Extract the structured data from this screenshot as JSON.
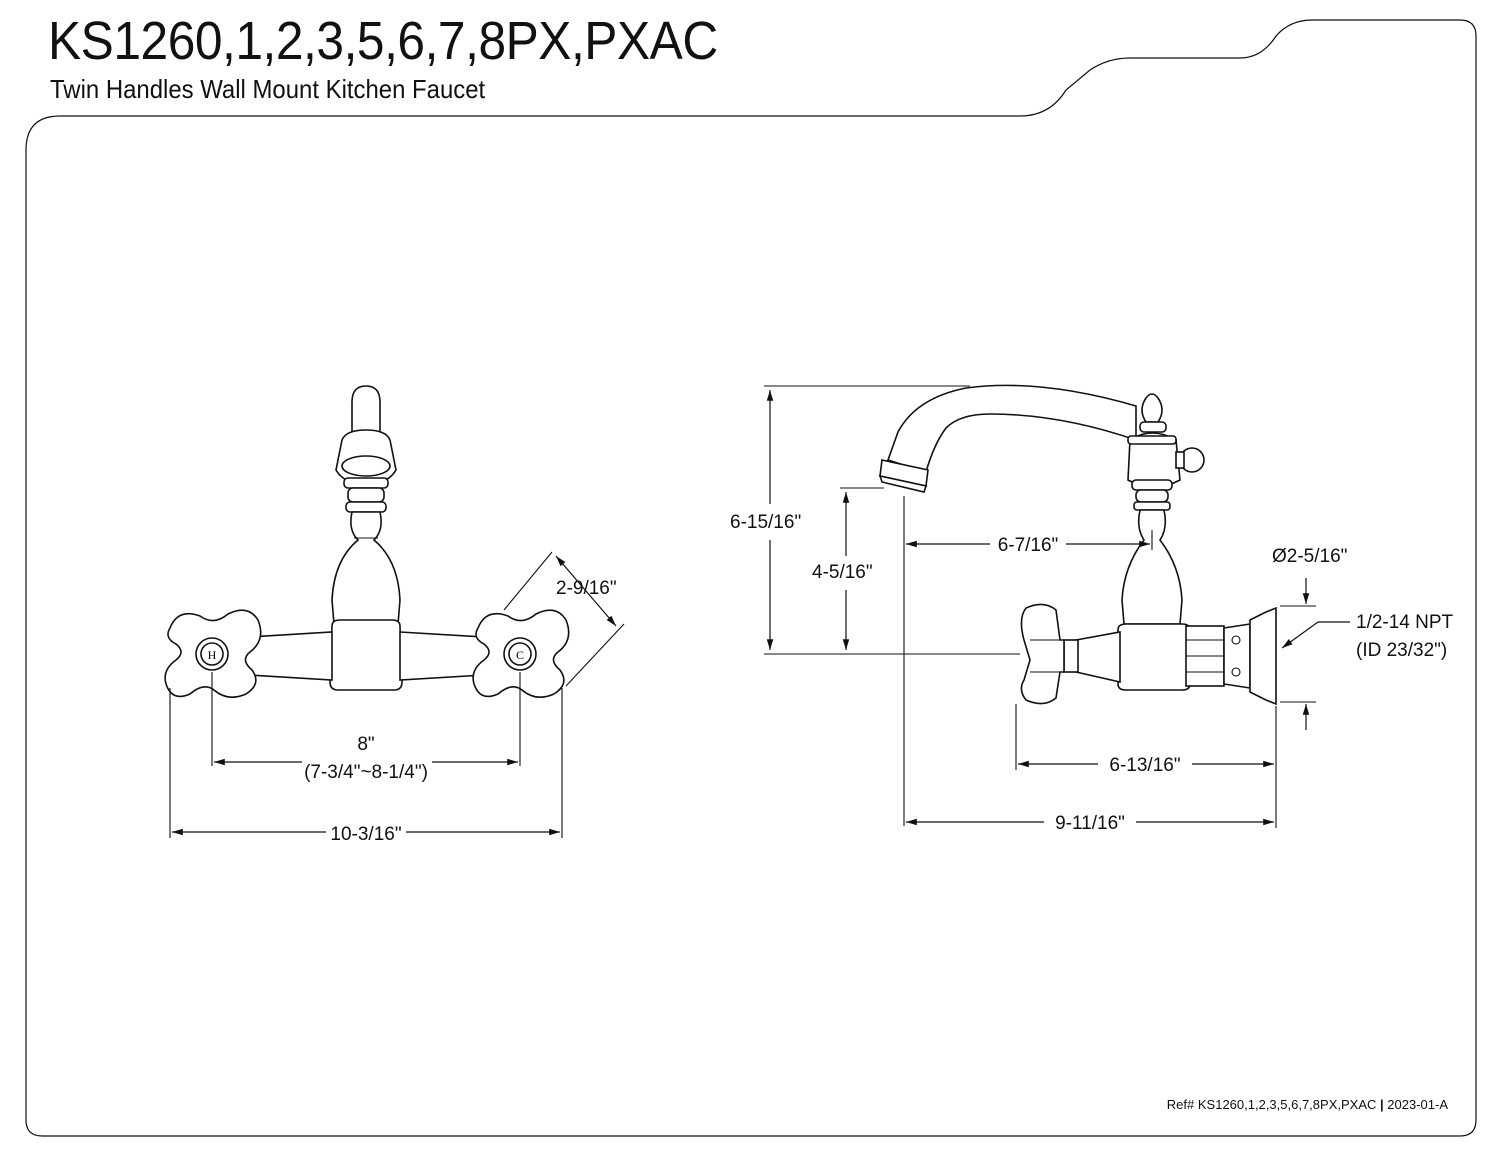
{
  "header": {
    "title": "KS1260,1,2,3,5,6,7,8PX,PXAC",
    "subtitle": "Twin Handles Wall Mount Kitchen Faucet"
  },
  "front_view": {
    "dim_handle_width": "2-9/16\"",
    "dim_center_line1": "8\"",
    "dim_center_line2": "(7-3/4\"~8-1/4\")",
    "dim_overall_width": "10-3/16\"",
    "hot_mark": "H",
    "cold_mark": "C"
  },
  "side_view": {
    "dim_overall_height": "6-15/16\"",
    "dim_spout_height": "4-5/16\"",
    "dim_spout_reach": "6-7/16\"",
    "dim_flange_diameter": "Ø2-5/16\"",
    "dim_thread_line1": "1/2-14 NPT",
    "dim_thread_line2": "(ID 23/32\")",
    "dim_handle_projection": "6-13/16\"",
    "dim_overall_projection": "9-11/16\""
  },
  "footer": {
    "ref_text": "Ref# KS1260,1,2,3,5,6,7,8PX,PXAC",
    "separator": "|",
    "revision": "2023-01-A"
  }
}
